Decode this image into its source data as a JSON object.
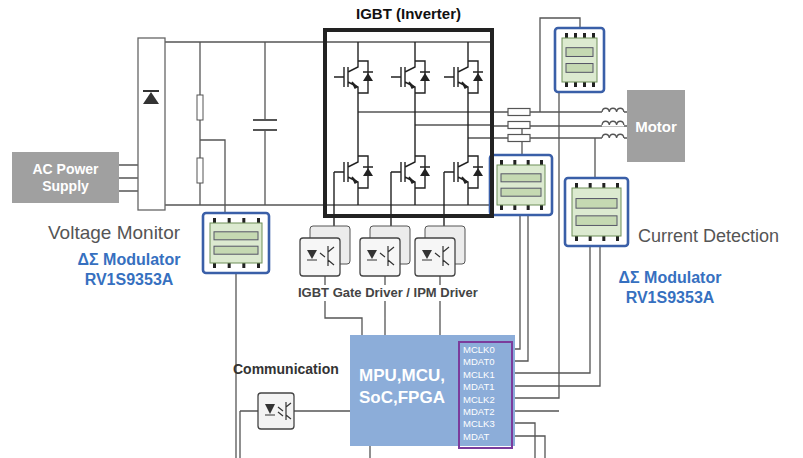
{
  "diagram": {
    "nodes": [
      {
        "text": [
          "IGBT (Inverter)"
        ]
      },
      {
        "text": [
          "Motor"
        ]
      },
      {
        "text": [
          "AC Power Supply"
        ]
      },
      {
        "text": [
          "MPU,MCU, SoC,FPGA"
        ]
      },
      {
        "text": [
          "MCLK0",
          "MDAT0",
          "MCLK1",
          "MDAT1",
          "MCLK2",
          "MDAT2",
          "MCLK3",
          "MDAT"
        ],
        "in": 3
      }
    ],
    "edges": [
      {
        "from": 0,
        "to": 1,
        "arrow": "none"
      }
    ],
    "labels": [
      "Voltage Monitor",
      "ΔΣ Modulator RV1S9353A",
      "IGBT Gate Driver / IPM Driver",
      "Communication",
      "Current Detection",
      "ΔΣ Modulator RV1S9353A"
    ]
  }
}
